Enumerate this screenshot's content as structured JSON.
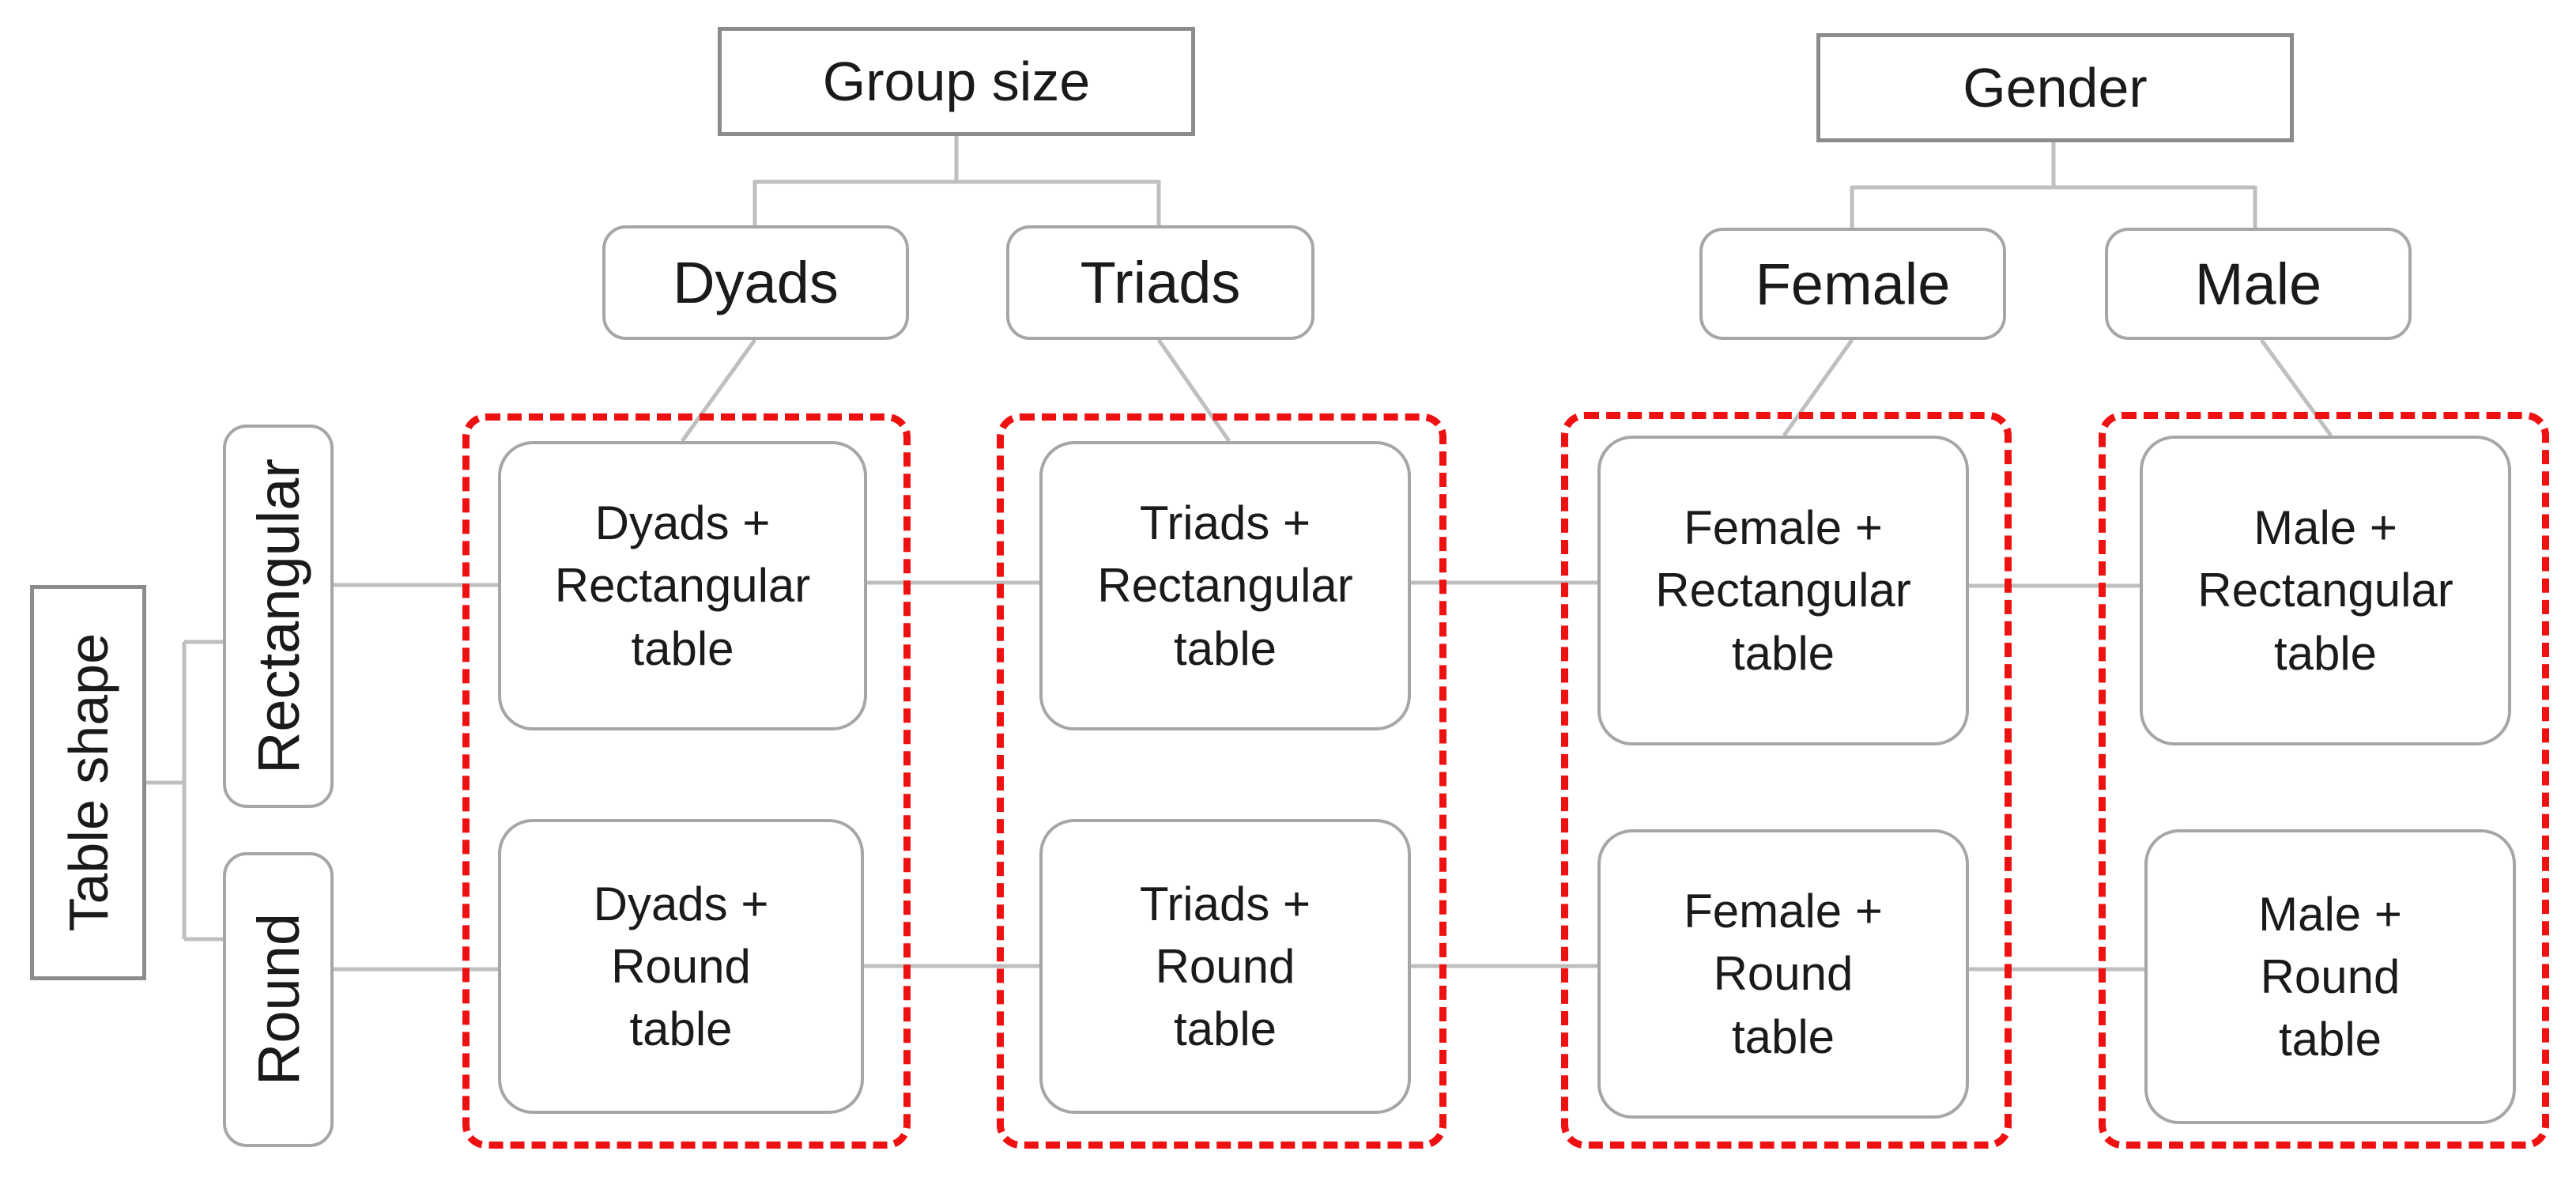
{
  "factors": {
    "group_size": "Group size",
    "gender": "Gender",
    "table_shape": "Table shape"
  },
  "levels": {
    "dyads": "Dyads",
    "triads": "Triads",
    "female": "Female",
    "male": "Male",
    "rectangular": "Rectangular",
    "round": "Round"
  },
  "cells": {
    "dyads_rect": {
      "l1": "Dyads +",
      "l2": "Rectangular",
      "l3": "table"
    },
    "triads_rect": {
      "l1": "Triads +",
      "l2": "Rectangular",
      "l3": "table"
    },
    "female_rect": {
      "l1": "Female +",
      "l2": "Rectangular",
      "l3": "table"
    },
    "male_rect": {
      "l1": "Male +",
      "l2": "Rectangular",
      "l3": "table"
    },
    "dyads_round": {
      "l1": "Dyads +",
      "l2": "Round",
      "l3": "table"
    },
    "triads_round": {
      "l1": "Triads +",
      "l2": "Round",
      "l3": "table"
    },
    "female_round": {
      "l1": "Female +",
      "l2": "Round",
      "l3": "table"
    },
    "male_round": {
      "l1": "Male +",
      "l2": "Round",
      "l3": "table"
    }
  },
  "colors": {
    "connector": "#bfbfbf",
    "group_outline": "#ee1111",
    "box_border": "#a6a6a6"
  }
}
